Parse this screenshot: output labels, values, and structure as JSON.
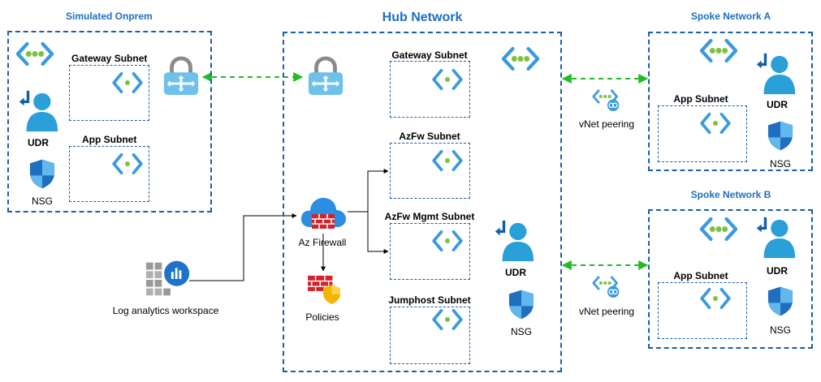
{
  "titles": {
    "onprem": "Simulated Onprem",
    "hub": "Hub Network",
    "spoke_a": "Spoke Network A",
    "spoke_b": "Spoke Network B"
  },
  "onprem": {
    "gateway_subnet": "Gateway Subnet",
    "app_subnet": "App Subnet",
    "udr": "UDR",
    "nsg": "NSG"
  },
  "hub": {
    "gateway_subnet": "Gateway Subnet",
    "azfw_subnet": "AzFw Subnet",
    "azfw_mgmt_subnet": "AzFw Mgmt Subnet",
    "jumphost_subnet": "Jumphost Subnet",
    "firewall": "Az Firewall",
    "policies": "Policies",
    "udr": "UDR",
    "nsg": "NSG"
  },
  "log_analytics": "Log analytics workspace",
  "peering_a": "vNet peering",
  "peering_b": "vNet peering",
  "spoke_a": {
    "app_subnet": "App Subnet",
    "udr": "UDR",
    "nsg": "NSG"
  },
  "spoke_b": {
    "app_subnet": "App Subnet",
    "udr": "UDR",
    "nsg": "NSG"
  },
  "colors": {
    "border": "#1a5fa8",
    "title": "#1f6fbf",
    "peering_line": "#22bb22",
    "vnet_blue": "#3a9bdc",
    "vnet_green": "#7cc242"
  }
}
